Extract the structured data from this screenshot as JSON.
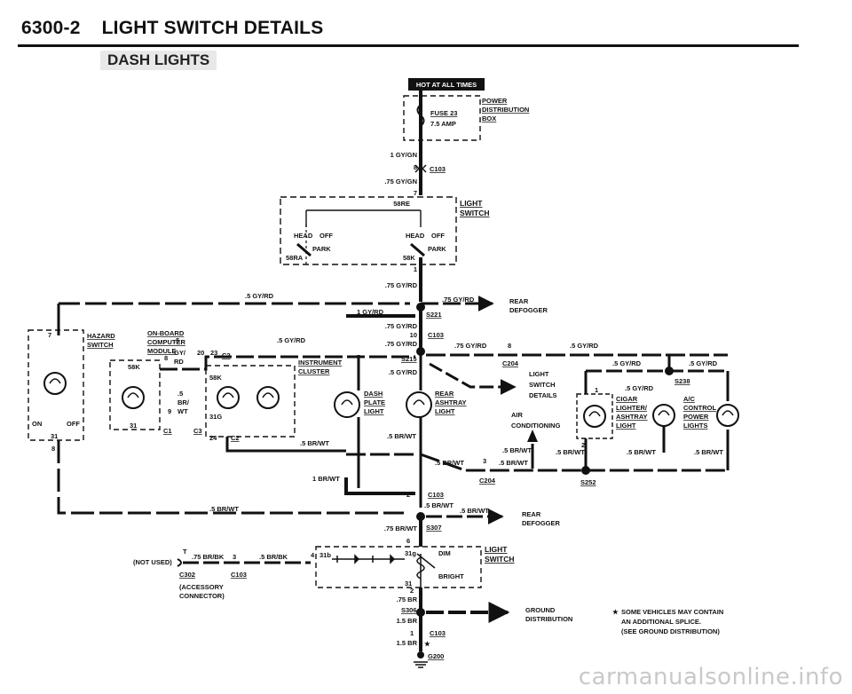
{
  "header": {
    "page_code": "6300-2",
    "title": "LIGHT SWITCH DETAILS",
    "section": "DASH LIGHTS"
  },
  "top": {
    "hot_at_all_times": "HOT AT ALL TIMES",
    "fuse": "FUSE 23",
    "fuse_rating": "7.5 AMP",
    "power_dist": [
      "POWER",
      "DISTRIBUTION",
      "BOX"
    ],
    "wire_1": "1 GY/GN",
    "pin_8": "8",
    "c103": "C103",
    "wire_75": ".75 GY/GN",
    "pin_7": "7"
  },
  "light_switch_top": {
    "name": [
      "LIGHT",
      "SWITCH"
    ],
    "pin_58re": "58RE",
    "head": "HEAD",
    "off": "OFF",
    "park": "PARK",
    "pin_58ra": "58RA",
    "pin_58k": "58K",
    "pin_1": "1",
    "wire_out": ".75 GY/RD"
  },
  "splice_s221": {
    "left_wire": ".5 GY/RD",
    "wire_to_rear": ".75 GY/RD",
    "rear_defogger": [
      "REAR",
      "DEFOGGER"
    ],
    "wire_1gy": "1 GY/RD",
    "name": "S221",
    "wire_down": ".75 GY/RD",
    "pin_10": "10",
    "c103": "C103",
    "wire_s215": ".75 GY/RD",
    "s215": "S215"
  },
  "left_modules": {
    "hazard": [
      "HAZARD",
      "SWITCH"
    ],
    "pin_7": "7",
    "on": "ON",
    "off": "OFF",
    "pin_31": "31",
    "pin_8": "8",
    "onboard": [
      "ON-BOARD",
      "COMPUTER",
      "MODULE"
    ],
    "wire_5": ".5",
    "wire_gyrd": [
      "GY/",
      "RD"
    ],
    "pin_20": "20",
    "pin_58k": "58K",
    "pin_31b": "31",
    "c1": "C1",
    "wire_br": [
      ".5",
      "BR/",
      "WT"
    ],
    "pin_9": "9",
    "c3": "C3",
    "pin_23": "23",
    "c2": "C2",
    "instr": [
      "INSTRUMENT",
      "CLUSTER"
    ],
    "pin_58k2": "58K",
    "pin_31c": "31G",
    "pin_24": "24",
    "c2b": "C2",
    "wire_gy": ".5 GY/RD",
    "wire_brwt": ".5 BR/WT"
  },
  "right_section": {
    "wire_75gy": ".75 GY/RD",
    "pin_8": "8",
    "wire_5gy": ".5 GY/RD",
    "c204": "C204",
    "dash_plate": [
      "DASH",
      "PLATE",
      "LIGHT"
    ],
    "rear_ashtray": [
      "REAR",
      "ASHTRAY",
      "LIGHT"
    ],
    "wire_5gy2": ".5 GY/RD",
    "ls_details": [
      "LIGHT",
      "SWITCH",
      "DETAILS"
    ],
    "air": [
      "AIR",
      "CONDITIONING"
    ],
    "wire_5gy3": ".5 GY/RD",
    "wire_5gy4": ".5 GY/RD",
    "wire_5gy5": ".5 GY/RD",
    "s238": "S238",
    "pin_1": "1",
    "cigar": [
      "CIGAR",
      "LIGHTER/",
      "ASHTRAY",
      "LIGHT"
    ],
    "ac_ctrl": [
      "A/C",
      "CONTROL",
      "POWER",
      "LIGHTS"
    ],
    "pin_2": "2",
    "wire_br1": ".5 BR/WT",
    "wire_br2": ".5 BR/WT",
    "wire_br3": ".5 BR/WT",
    "wire_br4": ".5 BR/WT",
    "wire_br5": ".5 BR/WT",
    "wire_br6": ".5 BR/WT",
    "pin_3": "3",
    "c204b": "C204",
    "s252": "S252",
    "wire_br7": ".5 BR/WT"
  },
  "bottom": {
    "wire_1br": "1 BR/WT",
    "pin_2": "2",
    "c103": "C103",
    "wire_5br": ".5 BR/WT",
    "wire_5br2": ".5 BR/WT",
    "rear_defogger": [
      "REAR",
      "DEFOGGER"
    ],
    "wire_75br": ".75 BR/WT",
    "s307": "S307",
    "wire_left": ".5 BR/WT",
    "pin_6": "6",
    "not_used": "(NOT USED)",
    "pin_t": "T",
    "wire_bk": ".75 BR/BK",
    "pin_3": "3",
    "wire_bk2": ".5 BR/BK",
    "pin_4": "4",
    "pin_31b": "31b",
    "c302": "C302",
    "c103b": "C103",
    "accessory": [
      "(ACCESSORY",
      "CONNECTOR)"
    ],
    "pin_31g": "31g",
    "dim": "DIM",
    "light_switch": [
      "LIGHT",
      "SWITCH"
    ],
    "bright": "BRIGHT",
    "pin_31": "31",
    "pin_2b": "2",
    "wire_75brb": ".75 BR",
    "s306": "S306",
    "wire_15br": "1.5 BR",
    "ground_dist": [
      "GROUND",
      "DISTRIBUTION"
    ],
    "pin_1": "1",
    "c103c": "C103",
    "wire_15br2": "1.5 BR",
    "g200": "G200",
    "note": [
      "SOME VEHICLES MAY CONTAIN",
      "AN ADDITIONAL SPLICE.",
      "(SEE GROUND DISTRIBUTION)"
    ]
  },
  "watermark": "carmanualsonline.info"
}
